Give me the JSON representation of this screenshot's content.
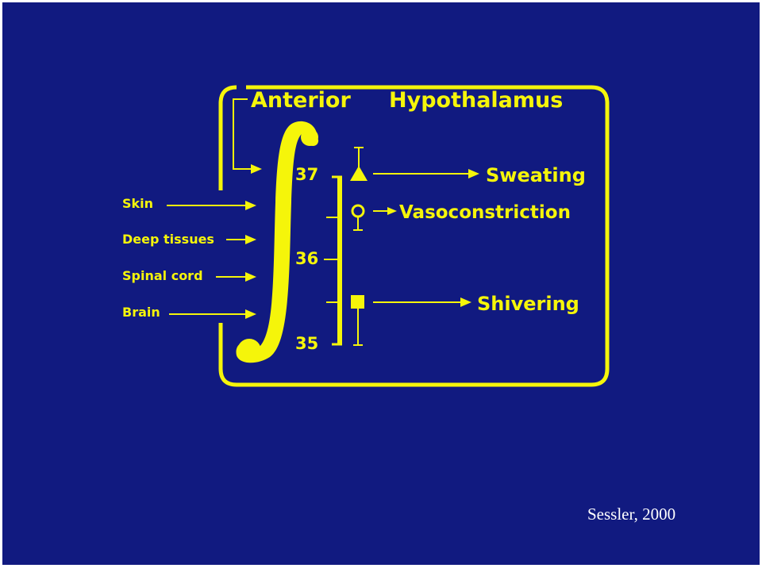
{
  "diagram": {
    "title_word_1": "Anterior",
    "title_word_2": "Hypothalamus",
    "inputs": [
      "Skin",
      "Deep tissues",
      "Spinal cord",
      "Brain"
    ],
    "scale_ticks": [
      "37",
      "36",
      "35"
    ],
    "responses": [
      "Sweating",
      "Vasoconstriction",
      "Shivering"
    ],
    "colors": {
      "background": "#111a80",
      "diagram": "#f5f50a",
      "citation": "#ffffff"
    }
  },
  "citation": "Sessler, 2000"
}
